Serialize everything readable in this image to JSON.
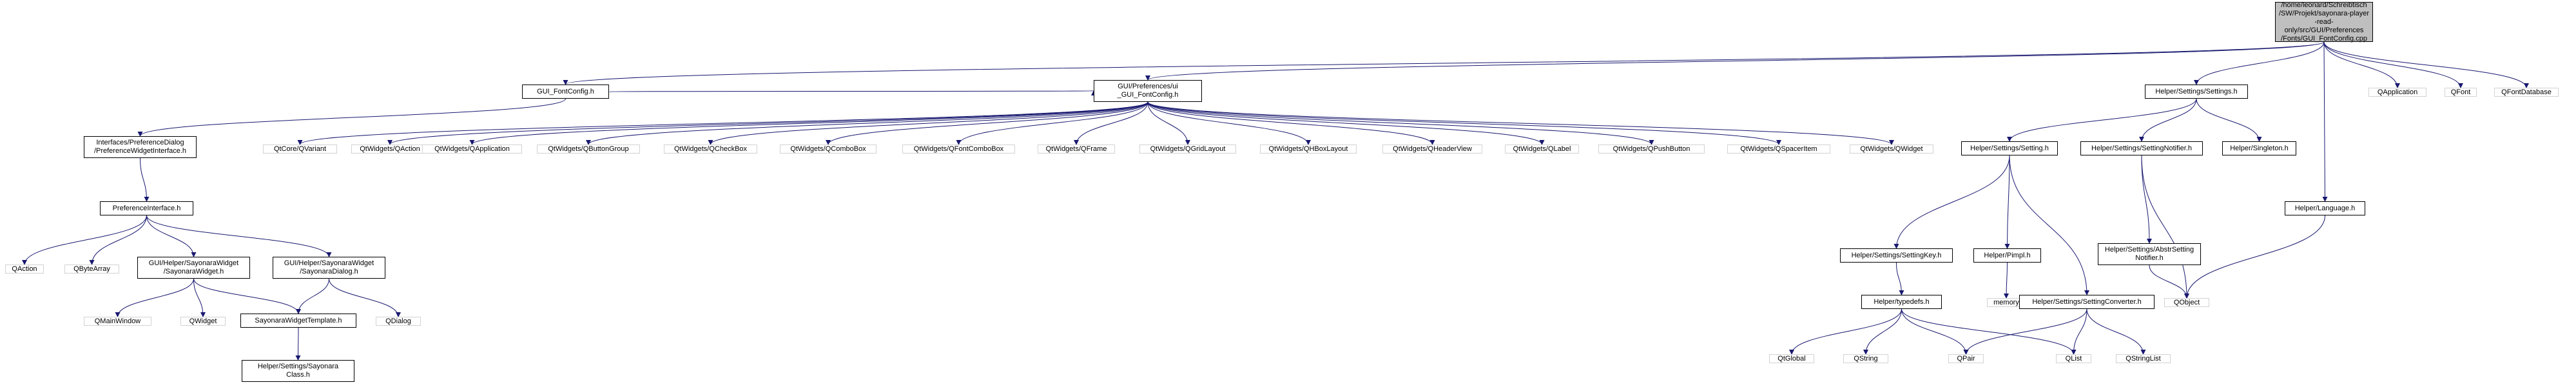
{
  "colors": {
    "edge": "#191970",
    "root_fill": "#bfbfbf",
    "border": "#000000",
    "lib_border": "#d3d3d3"
  },
  "nodes": {
    "root": "/home/leonard/Schreibtisch\n/SW/Projekt/sayonara-player\n-read-only/src/GUI/Preferences\n/Fonts/GUI_FontConfig.cpp",
    "gui_fontconfig_h": "GUI_FontConfig.h",
    "ui_gui_fontconfig_h": "GUI/Preferences/ui\n_GUI_FontConfig.h",
    "helper_settings_settings_h": "Helper/Settings/Settings.h",
    "qapplication_1": "QApplication",
    "qfont": "QFont",
    "qfontdatabase": "QFontDatabase",
    "pref_widget_interface_h": "Interfaces/PreferenceDialog\n/PreferenceWidgetInterface.h",
    "qtcore_qvariant": "QtCore/QVariant",
    "qtwidgets_qaction": "QtWidgets/QAction",
    "qtwidgets_qapplication": "QtWidgets/QApplication",
    "qtwidgets_qbuttongroup": "QtWidgets/QButtonGroup",
    "qtwidgets_qcheckbox": "QtWidgets/QCheckBox",
    "qtwidgets_qcombobox": "QtWidgets/QComboBox",
    "qtwidgets_qfontcombobox": "QtWidgets/QFontComboBox",
    "qtwidgets_qframe": "QtWidgets/QFrame",
    "qtwidgets_qgridlayout": "QtWidgets/QGridLayout",
    "qtwidgets_qhboxlayout": "QtWidgets/QHBoxLayout",
    "qtwidgets_qheaderview": "QtWidgets/QHeaderView",
    "qtwidgets_qlabel": "QtWidgets/QLabel",
    "qtwidgets_qpushbutton": "QtWidgets/QPushButton",
    "qtwidgets_qspaceritem": "QtWidgets/QSpacerItem",
    "qtwidgets_qwidget": "QtWidgets/QWidget",
    "helper_settings_setting_h": "Helper/Settings/Setting.h",
    "helper_settings_settingnotifier_h": "Helper/Settings/SettingNotifier.h",
    "helper_singleton_h": "Helper/Singleton.h",
    "pref_interface_h": "PreferenceInterface.h",
    "helper_settings_settingkey_h": "Helper/Settings/SettingKey.h",
    "helper_pimpl_h": "Helper/Pimpl.h",
    "helper_settings_abstrsettingnotifier_h": "Helper/Settings/AbstrSetting\nNotifier.h",
    "helper_language_h": "Helper/Language.h",
    "qaction": "QAction",
    "qbytearray": "QByteArray",
    "sayonara_widget_h": "GUI/Helper/SayonaraWidget\n/SayonaraWidget.h",
    "sayonara_dialog_h": "GUI/Helper/SayonaraWidget\n/SayonaraDialog.h",
    "helper_typedefs_h": "Helper/typedefs.h",
    "memory": "memory",
    "qobject": "QObject",
    "qmainwindow": "QMainWindow",
    "qwidget": "QWidget",
    "sayonara_widget_template_h": "SayonaraWidgetTemplate.h",
    "qdialog": "QDialog",
    "helper_settings_settingconverter_h": "Helper/Settings/SettingConverter.h",
    "qtglobal": "QtGlobal",
    "qstring": "QString",
    "qpair": "QPair",
    "qlist": "QList",
    "qstringlist": "QStringList",
    "helper_settings_sayonaraclass_h": "Helper/Settings/Sayonara\nClass.h"
  }
}
